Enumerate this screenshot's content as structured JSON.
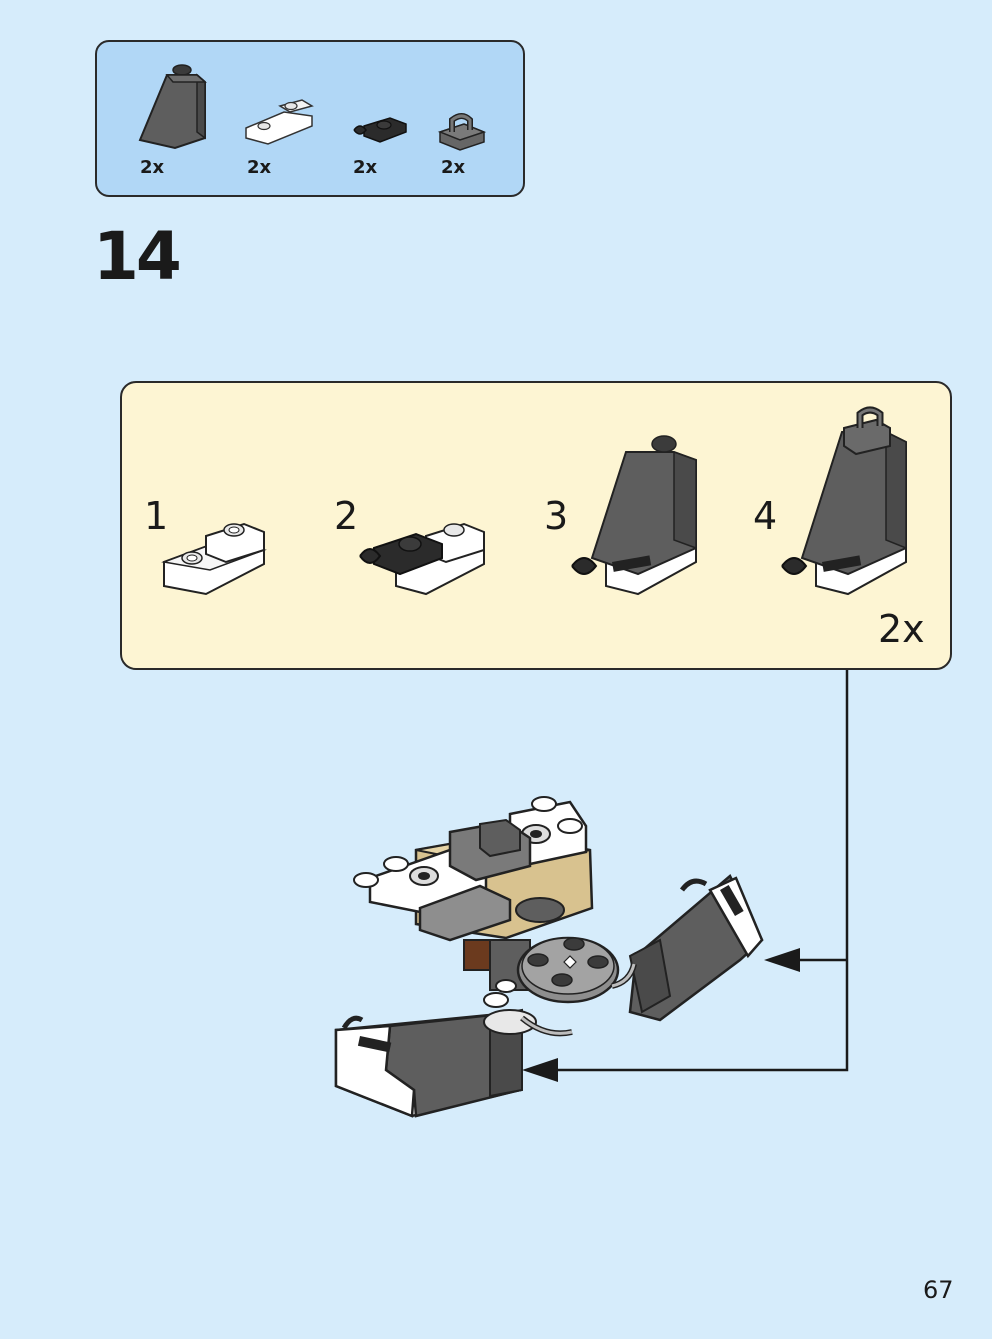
{
  "parts_list": {
    "items": [
      {
        "icon": "dark-grey-slope-brick-icon",
        "qty": "2x"
      },
      {
        "icon": "white-inverted-curved-slope-icon",
        "qty": "2x"
      },
      {
        "icon": "black-clip-plate-icon",
        "qty": "2x"
      },
      {
        "icon": "dark-grey-clip-tile-icon",
        "qty": "2x"
      }
    ]
  },
  "step": {
    "number": "14"
  },
  "sub_assembly": {
    "steps": [
      "1",
      "2",
      "3",
      "4"
    ],
    "quantity": "2x"
  },
  "page": {
    "number": "67"
  },
  "colors": {
    "page_background": "#d6ecfb",
    "parts_box": "#b1d7f6",
    "sub_assembly_box": "#fdf5d3",
    "dark_grey": "#5c5c5c",
    "white": "#ffffff",
    "tan": "#d8c28f",
    "black": "#1f1f1f"
  }
}
